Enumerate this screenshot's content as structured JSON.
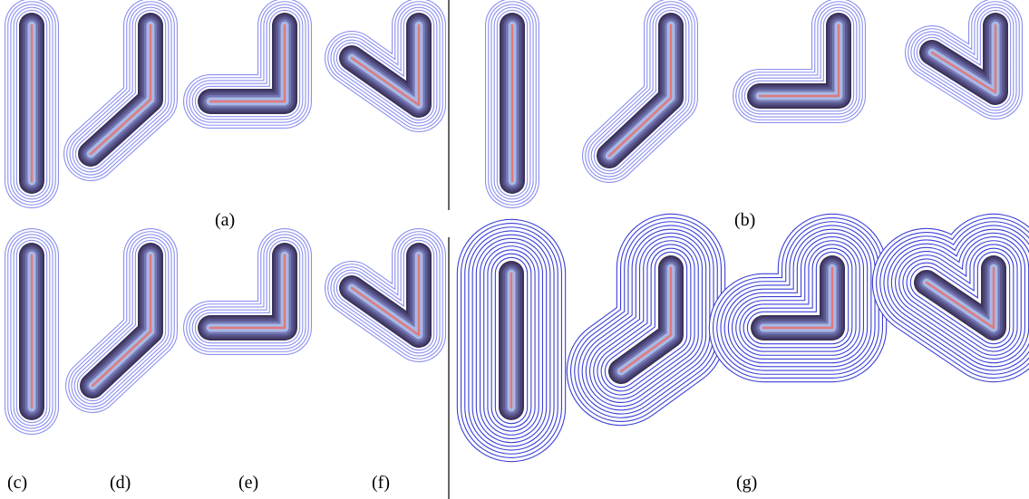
{
  "figure": {
    "captions": {
      "a": "(a)",
      "b": "(b)",
      "c": "(c)",
      "d": "(d)",
      "e": "(e)",
      "f": "(f)",
      "g": "(g)"
    },
    "colors": {
      "contour": "#3b3fd6",
      "contour_light": "#8c8ff0",
      "fill_dark": "#3a3258",
      "fill_mid": "#6b6aa6",
      "fill_light": "#a9b8e6",
      "skeleton": "#e07a7a",
      "divider": "#000000"
    }
  }
}
